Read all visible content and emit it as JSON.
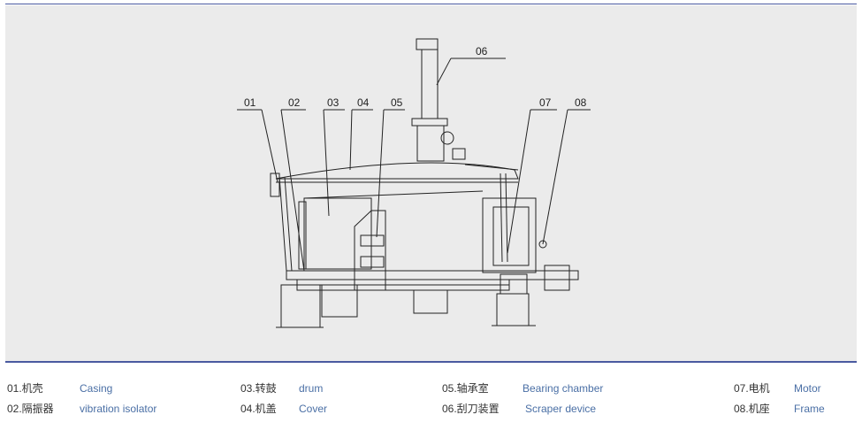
{
  "callouts": [
    "01",
    "02",
    "03",
    "04",
    "05",
    "06",
    "07",
    "08"
  ],
  "legend": [
    {
      "code": "01.机壳",
      "en": "Casing"
    },
    {
      "code": "02.隔振器",
      "en": "vibration isolator"
    },
    {
      "code": "03.转鼓",
      "en": "drum"
    },
    {
      "code": "04.机盖",
      "en": "Cover"
    },
    {
      "code": "05.轴承室",
      "en": "Bearing chamber"
    },
    {
      "code": "06.刮刀装置",
      "en": "Scraper device"
    },
    {
      "code": "07.电机",
      "en": "Motor"
    },
    {
      "code": "08.机座",
      "en": "Frame"
    }
  ],
  "colors": {
    "rule": "#4a5aa0",
    "panel": "#ebebeb",
    "english_text": "#4a6fa5",
    "line": "#222222"
  }
}
